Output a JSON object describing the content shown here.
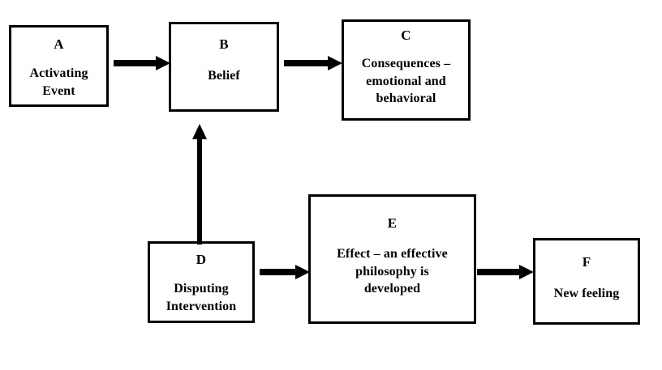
{
  "diagram": {
    "title": "ABCDEF model diagram",
    "background_color": "#ffffff",
    "line_color": "#000000",
    "nodes": [
      {
        "id": "A",
        "letter": "A",
        "text": "Activating\nEvent"
      },
      {
        "id": "B",
        "letter": "B",
        "text": "Belief"
      },
      {
        "id": "C",
        "letter": "C",
        "text": "Consequences –\nemotional and\nbehavioral"
      },
      {
        "id": "D",
        "letter": "D",
        "text": "Disputing\nIntervention"
      },
      {
        "id": "E",
        "letter": "E",
        "text": "Effect – an effective\nphilosophy is\ndeveloped"
      },
      {
        "id": "F",
        "letter": "F",
        "text": "New feeling"
      }
    ],
    "arrows": [
      {
        "id": "a-to-b",
        "from": "A",
        "to": "B",
        "direction": "right"
      },
      {
        "id": "b-to-c",
        "from": "B",
        "to": "C",
        "direction": "right"
      },
      {
        "id": "d-to-b",
        "from": "D",
        "to": "B",
        "direction": "up"
      },
      {
        "id": "d-to-e",
        "from": "D",
        "to": "E",
        "direction": "right"
      },
      {
        "id": "e-to-f",
        "from": "E",
        "to": "F",
        "direction": "right"
      }
    ]
  }
}
